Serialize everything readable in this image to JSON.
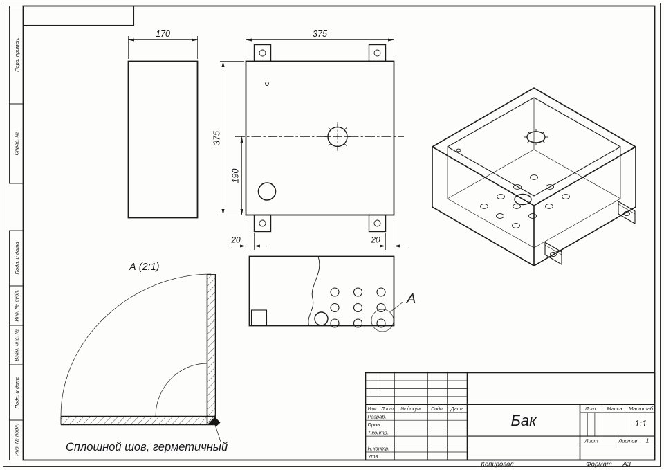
{
  "page": {
    "paper": "#fdfdfc",
    "line_color": "#1c1c1c"
  },
  "margin_labels": {
    "perv_primen": "Перв. примен.",
    "sprav": "Справ. №",
    "podp_data_1": "Подп. и дата",
    "inv_dubl": "Инв. № дубл.",
    "vzam_inv": "Взам. инв. №",
    "podp_data_2": "Подп. и дата",
    "inv_podl": "Инв. № подл."
  },
  "dims": {
    "w170": "170",
    "w375_top": "375",
    "h375_left": "375",
    "h190": "190",
    "g20_left": "20",
    "g20_right": "20"
  },
  "detail_a": {
    "title": "А (2:1)",
    "callout": "А",
    "note": "Сплошной шов, герметичный"
  },
  "title_block": {
    "izm": "Изм.",
    "list": "Лист",
    "dokum": "№ докум.",
    "podp": "Подп.",
    "data": "Дата",
    "razrab": "Разраб.",
    "prov": "Пров.",
    "t_kontr": "Т.контр.",
    "n_kontr": "Н.контр.",
    "utv": "Утв.",
    "name": "Бак",
    "lit": "Лит.",
    "massa": "Масса",
    "masshtab": "Масштаб",
    "scale": "1:1",
    "list_label": "Лист",
    "listov_label": "Листов",
    "listov_value": "1",
    "kopiroval": "Копировал",
    "format_label": "Формат",
    "format_value": "А3"
  }
}
